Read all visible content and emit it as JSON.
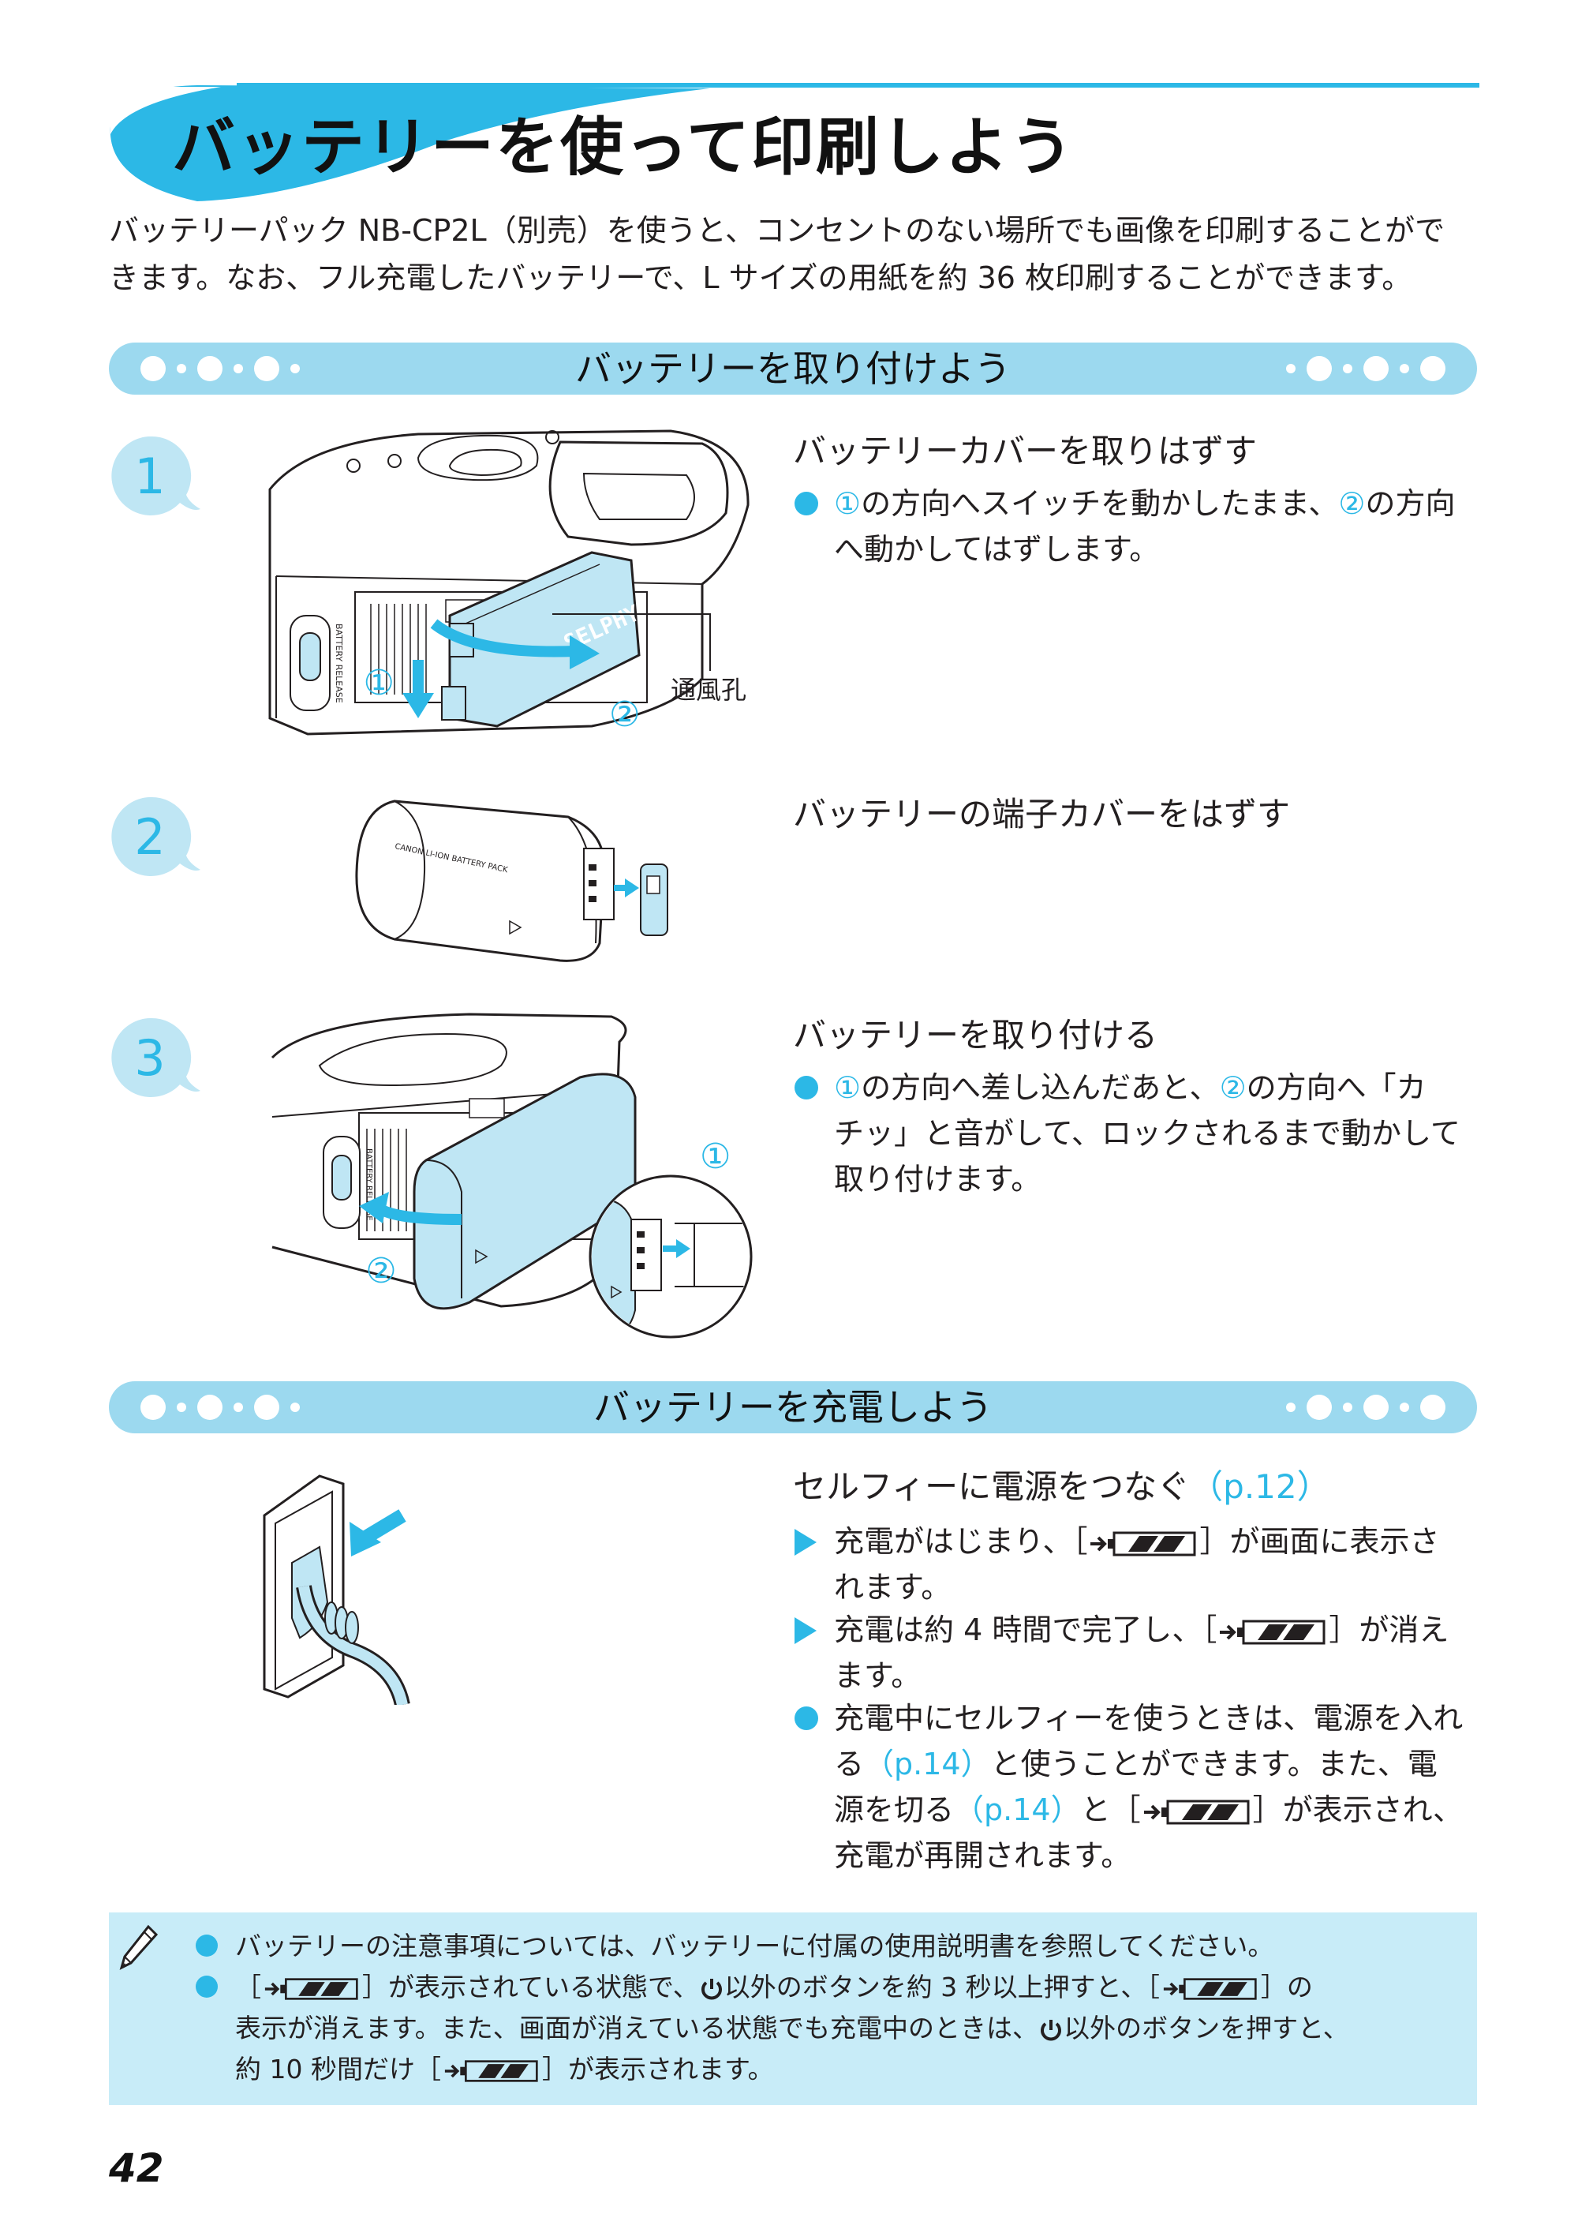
{
  "title": "バッテリーを使って印刷しよう",
  "intro": {
    "line1": "バッテリーパック NB-CP2L（別売）を使うと、コンセントのない場所でも画像を印刷することがで",
    "line2": "きます。なお、フル充電したバッテリーで、L サイズの用紙を約 36 枚印刷することができます。"
  },
  "section1": {
    "title": "バッテリーを取り付けよう"
  },
  "section2": {
    "title": "バッテリーを充電しよう"
  },
  "steps": [
    {
      "number": "1",
      "heading": "バッテリーカバーを取りはずす",
      "text": {
        "c1": "①",
        "a": "の方向へスイッチを動かしたまま、",
        "c2": "②",
        "b": "の方向",
        "line2": "へ動かしてはずします。"
      },
      "labels": {
        "c1": "①",
        "c2": "②",
        "vent": "通風孔",
        "brand": "SELPHY",
        "release": "BATTERY RELEASE"
      }
    },
    {
      "number": "2",
      "heading": "バッテリーの端子カバーをはずす",
      "labels": {
        "pack": "CANON LI-ION BATTERY PACK"
      }
    },
    {
      "number": "3",
      "heading": "バッテリーを取り付ける",
      "text": {
        "c1": "①",
        "a": "の方向へ差し込んだあと、",
        "c2": "②",
        "b": "の方向へ「カ",
        "line2": "チッ」と音がして、ロックされるまで動かして",
        "line3": "取り付けます。"
      },
      "labels": {
        "c1": "①",
        "c2": "②",
        "release": "BATTERY RELEASE"
      }
    }
  ],
  "charge": {
    "heading": "セルフィーに電源をつなぐ",
    "heading_ref": "（p.12）",
    "item1": {
      "a": "充電がはじまり、［",
      "b": "］が画面に表示さ",
      "line2": "れます。"
    },
    "item2": {
      "a": "充電は約 4 時間で完了し、［",
      "b": "］が消え",
      "line2": "ます。"
    },
    "item3": {
      "line1": "充電中にセルフィーを使うときは、電源を入れ",
      "a2": "る",
      "ref1": "（p.14）",
      "b2": "と使うことができます。また、電",
      "a3": "源を切る",
      "ref2": "（p.14）",
      "b3": "と［",
      "c3": "］が表示され、",
      "line4": "充電が再開されます。"
    }
  },
  "notes": {
    "line1": "バッテリーの注意事項については、バッテリーに付属の使用説明書を参照してください。",
    "line2a": "［",
    "line2b": "］が表示されている状態で、",
    "line2c": "以外のボタンを約 3 秒以上押すと、［",
    "line2d": "］の",
    "line3a": "表示が消えます。また、画面が消えている状態でも充電中のときは、",
    "line3b": "以外のボタンを押すと、",
    "line4a": "約 10 秒間だけ［",
    "line4b": "］が表示されます。"
  },
  "page_number": "42",
  "colors": {
    "accent": "#2cb8e6",
    "bar": "#9cd9ef",
    "note_bg": "#c8ecf8",
    "battery_fill": "#bfe6f4"
  }
}
